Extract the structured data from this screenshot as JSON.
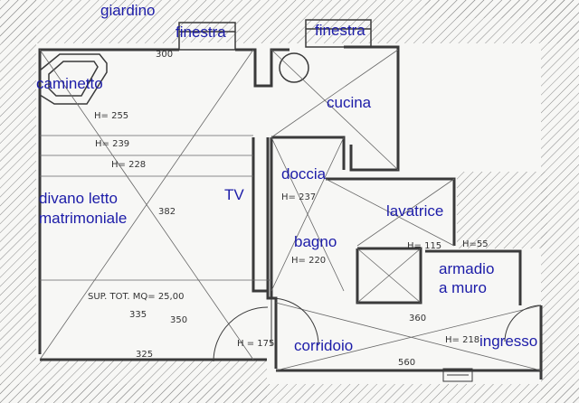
{
  "room_labels": {
    "giardino": "giardino",
    "finestra_left": "finestra",
    "finestra_right": "finestra",
    "caminetto": "caminetto",
    "cucina": "cucina",
    "doccia": "doccia",
    "tv": "TV",
    "divano_line1": "divano letto",
    "divano_line2": "matrimoniale",
    "lavatrice": "lavatrice",
    "bagno": "bagno",
    "armadio_line1": "armadio",
    "armadio_line2": "a muro",
    "corridoio": "corridoio",
    "ingresso": "ingresso"
  },
  "annotations": {
    "h255": "H= 255",
    "h239": "H= 239",
    "h228": "H= 228",
    "h237": "H= 237",
    "h220": "H= 220",
    "h115": "H= 115",
    "h55": "H=55",
    "h218": "H= 218",
    "h175": "H = 175",
    "surface": "SUP. TOT.   MQ= 25,00",
    "d300": "300",
    "d335": "335",
    "d350": "350",
    "d325": "325",
    "d360": "360",
    "d382": "382",
    "d560": "560"
  },
  "colors": {
    "label": "#1c1ca8",
    "wall": "#3a3a3a",
    "hatch": "#8a8a8a",
    "paper": "#f7f7f5"
  }
}
